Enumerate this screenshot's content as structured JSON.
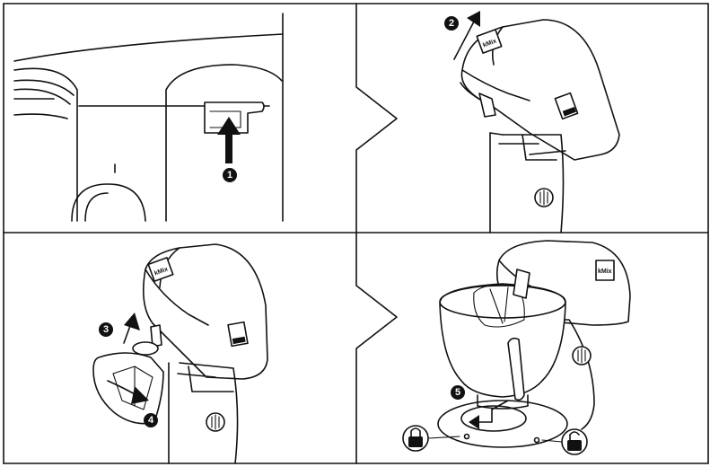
{
  "steps": [
    {
      "number": "1"
    },
    {
      "number": "2"
    },
    {
      "number": "3"
    },
    {
      "number": "4"
    },
    {
      "number": "5"
    }
  ],
  "brand": {
    "badge_text": "kMix"
  },
  "icons": {
    "arrow": "arrow-icon",
    "lock": "lock-icon",
    "unlock": "unlock-icon"
  },
  "colors": {
    "ink": "#111111",
    "paper": "#ffffff"
  }
}
